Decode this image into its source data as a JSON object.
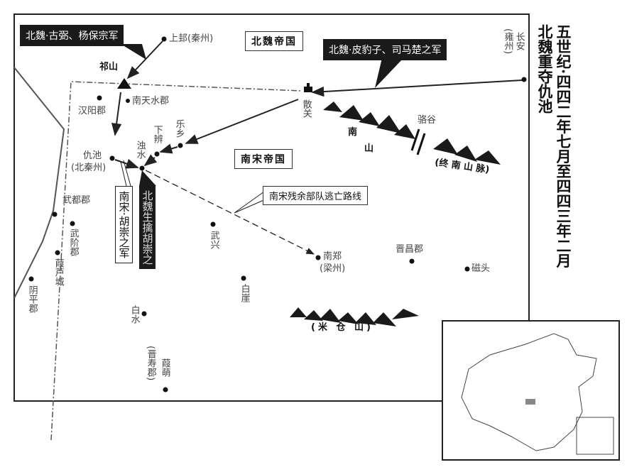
{
  "title": {
    "period": "五世纪·四四二年七月至四四三年二月",
    "event": "北魏重夺仇池"
  },
  "regions": {
    "north": "北魏帝国",
    "south": "南宋帝国"
  },
  "callouts": {
    "army_gubi": "北魏·古弼、杨保宗军",
    "army_pibaozi": "北魏·皮豹子、司马楚之军",
    "retreat": "南宋残余部队逃亡路线",
    "army_huchong": "南宋·胡崇之军",
    "capture": "北魏生擒胡崇之"
  },
  "places": {
    "shanggui": "上邽(秦州)",
    "qishan": "祁山",
    "hanyang": "汉阳郡",
    "nantianshui": "南天水郡",
    "sanguan": "散关",
    "changan": "长安",
    "yongzhou": "(雍州)",
    "lexiang": "乐乡",
    "xiabian": "下辨",
    "zhuoshui": "浊水",
    "qiuchi": "仇池",
    "beiqinzhou": "(北秦州)",
    "wudu": "武都郡",
    "wujie": "武阶郡",
    "jialu": "葭芦城",
    "yinping": "阴平郡",
    "wuxing": "武兴",
    "baiya": "白崖",
    "baishui": "白水",
    "jiameng": "葭萌",
    "jinshou": "(晋寿郡)",
    "nanzheng": "南郑",
    "liangzhou": "(梁州)",
    "jinchang": "晋昌郡",
    "citou": "磁头",
    "luogu": "骆谷"
  },
  "mountains": {
    "nanshan_1": "南",
    "nanshan_2": "山",
    "zhongnan": "(终 南 山 脉)",
    "micang": "(米 仓 山)"
  }
}
